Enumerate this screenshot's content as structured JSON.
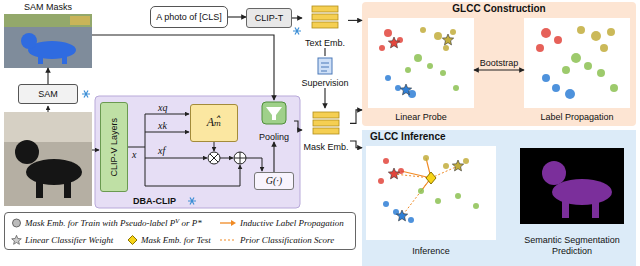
{
  "diagram": {
    "nodes": [
      {
        "text": [
          "SAM Masks"
        ]
      },
      {
        "text": [
          "A photo of [CLS]"
        ]
      },
      {
        "text": [
          "CLIP-T"
        ]
      },
      {
        "text": [
          "Text Emb."
        ]
      },
      {
        "text": [
          "SAM"
        ]
      },
      {
        "text": [
          "Supervision"
        ]
      },
      {
        "text": [
          "DBA-CLIP"
        ]
      },
      {
        "text": [
          "CLIP-V Layers"
        ],
        "in": 6
      },
      {
        "text": [
          "Aₘ̂"
        ],
        "in": 6
      },
      {
        "text": [
          "Pooling"
        ],
        "in": 6
      },
      {
        "text": [
          "G(·)"
        ],
        "in": 6
      },
      {
        "text": [
          "Mask Emb."
        ]
      },
      {
        "text": [
          "GLCC Construction"
        ]
      },
      {
        "text": [
          "Linear Probe"
        ],
        "in": 12
      },
      {
        "text": [
          "Label Propagation"
        ],
        "in": 12
      },
      {
        "text": [
          "GLCC Inference"
        ]
      },
      {
        "text": [
          "Inference"
        ],
        "in": 15
      },
      {
        "text": [
          "Semantic Segmentation Prediction"
        ],
        "in": 15
      }
    ],
    "edges": [
      {
        "from": 1,
        "to": 2,
        "arrow": "to"
      },
      {
        "from": 2,
        "to": 3,
        "arrow": "to"
      },
      {
        "from": 4,
        "to": 0,
        "arrow": "to"
      },
      {
        "from": 0,
        "to": 9,
        "arrow": "to"
      },
      {
        "from": 3,
        "to": 5,
        "arrow": "none"
      },
      {
        "from": 5,
        "to": 11,
        "arrow": "to"
      },
      {
        "from": 10,
        "to": 9,
        "arrow": "to"
      },
      {
        "from": 9,
        "to": 11,
        "arrow": "to"
      },
      {
        "from": 3,
        "to": 12,
        "arrow": "to"
      },
      {
        "from": 11,
        "to": 12,
        "arrow": "to"
      },
      {
        "from": 11,
        "to": 15,
        "arrow": "to"
      },
      {
        "from": 13,
        "to": 14,
        "label": "Bootstrap",
        "arrow": "both"
      }
    ],
    "labels": [
      "xq",
      "xk",
      "xf",
      "x"
    ],
    "legend": [
      {
        "text": "Mask Emb. for Train with Pseudo-label Pⱽ or P*"
      },
      {
        "text": "Inductive Label Propagation"
      },
      {
        "text": "Linear Classifier Weight"
      },
      {
        "text": "Mask Emb. for Test"
      },
      {
        "text": "Prior Classification Score"
      }
    ]
  }
}
